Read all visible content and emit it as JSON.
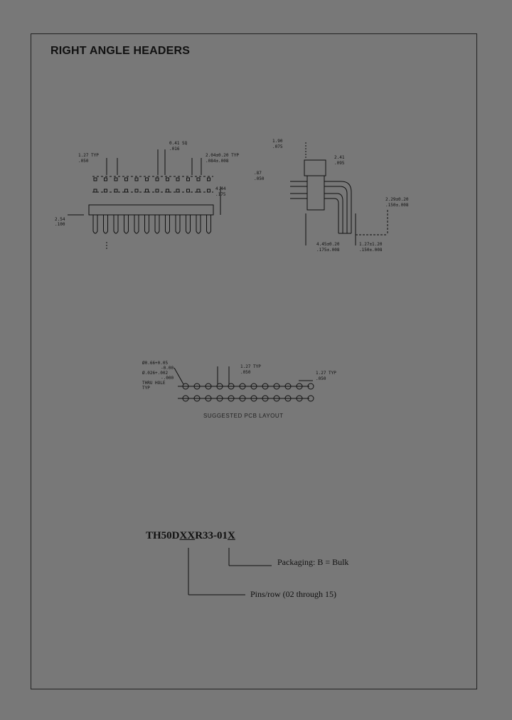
{
  "title": "RIGHT ANGLE HEADERS",
  "front_view": {
    "pitch_label": "1.27 TYP",
    "pitch_sub": ".050",
    "sq_label": "0.41 SQ",
    "sq_sub": ".016",
    "row_label": "2.04±0.20 TYP",
    "row_sub": ".084±.008",
    "height_label": "4.44",
    "height_sub": ".175",
    "lead_label": "2.54",
    "lead_sub": ".100"
  },
  "side_view": {
    "top_label": "1.90",
    "top_sub": ".075",
    "body_label": "2.41",
    "body_sub": ".095",
    "pin_label": ".87",
    "pin_sub": ".050",
    "offset_label": "2.29±0.20",
    "offset_sub": ".150±.008",
    "base_label": "4.45±0.20",
    "base_sub": ".175±.008",
    "tail_label": "1.27±1.20",
    "tail_sub": ".150±.008"
  },
  "pcb_layout": {
    "hole_label_1": "Ø0.66+0.05",
    "hole_label_2": "-0.00",
    "hole_label_3": "Ø.026+.002",
    "hole_label_4": "-.000",
    "hole_label_5": "THRU HOLE",
    "hole_label_6": "TYP",
    "pitch_label": "1.27 TYP",
    "pitch_sub": ".050",
    "row_label": "1.27 TYP",
    "row_sub": ".050",
    "caption": "SUGGESTED PCB LAYOUT"
  },
  "part_number": {
    "prefix": "TH50D",
    "xx": "XX",
    "middle": "R33-01",
    "x": "X"
  },
  "notes": {
    "packaging": "Packaging: B = Bulk",
    "pins": "Pins/row (02 through 15)"
  }
}
